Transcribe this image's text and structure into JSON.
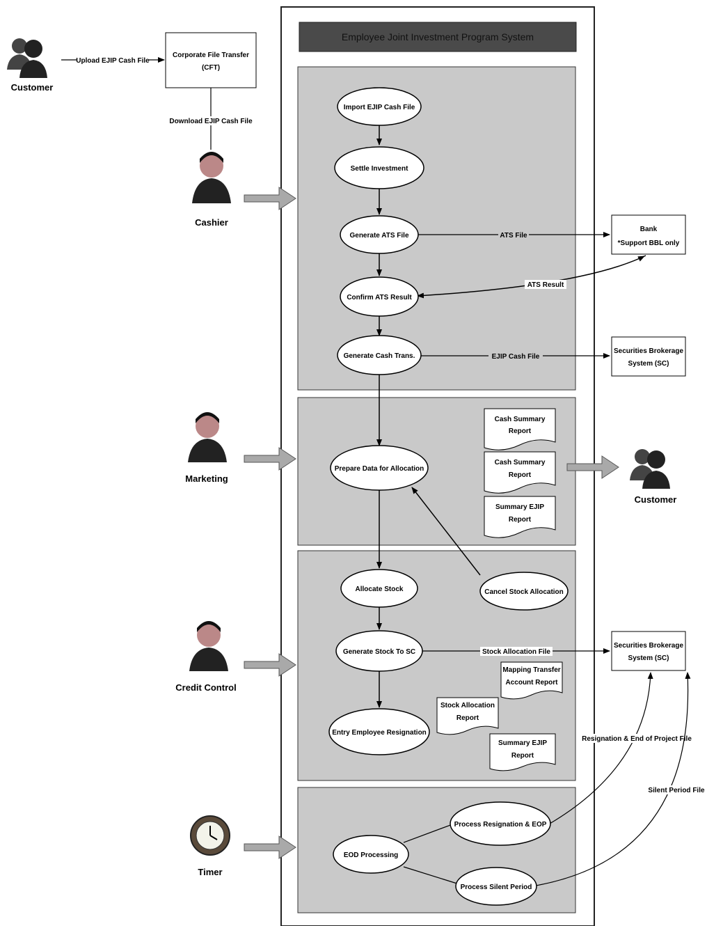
{
  "system_title": "Employee Joint Investment Program System",
  "actors": {
    "customer_top": "Customer",
    "cashier": "Cashier",
    "marketing": "Marketing",
    "customer_right": "Customer",
    "credit_control": "Credit Control",
    "timer": "Timer"
  },
  "external_boxes": {
    "cft": [
      "Corporate File Transfer",
      "(CFT)"
    ],
    "bank": [
      "Bank",
      "*Support BBL only"
    ],
    "sc1": [
      "Securities Brokerage",
      "System (SC)"
    ],
    "sc2": [
      "Securities Brokerage",
      "System (SC)"
    ]
  },
  "processes": {
    "import": "Import EJIP Cash File",
    "settle": "Settle Investment",
    "generate_ats": "Generate ATS File",
    "confirm_ats": "Confirm ATS Result",
    "generate_cash": "Generate Cash Trans.",
    "prepare": "Prepare Data for Allocation",
    "allocate": "Allocate Stock",
    "cancel": "Cancel Stock Allocation",
    "generate_stock": "Generate Stock To SC",
    "entry_resignation": "Entry Employee Resignation",
    "eod": "EOD Processing",
    "process_resignation": "Process Resignation & EOP",
    "process_silent": "Process Silent Period"
  },
  "reports": {
    "cash_summary_1": [
      "Cash Summary",
      "Report"
    ],
    "cash_summary_2": [
      "Cash Summary",
      "Report"
    ],
    "summary_ejip_1": [
      "Summary EJIP",
      "Report"
    ],
    "mapping_transfer": [
      "Mapping Transfer",
      "Account Report"
    ],
    "stock_allocation": [
      "Stock Allocation",
      "Report"
    ],
    "summary_ejip_2": [
      "Summary EJIP",
      "Report"
    ]
  },
  "flow_labels": {
    "upload": "Upload EJIP Cash File",
    "download": "Download EJIP Cash File",
    "ats_file": "ATS File",
    "ats_result": "ATS Result",
    "ejip_cash_file": "EJIP Cash File",
    "stock_allocation_file": "Stock Allocation File",
    "resignation_eop_file": "Resignation & End of Project File",
    "silent_period_file": "Silent Period File"
  },
  "colors": {
    "panel": "#c9c9c9",
    "title_bar": "#4a4a4a",
    "ellipse_fill": "#ffffff",
    "stroke": "#000000",
    "block_arrow": "#a9a9a9"
  }
}
